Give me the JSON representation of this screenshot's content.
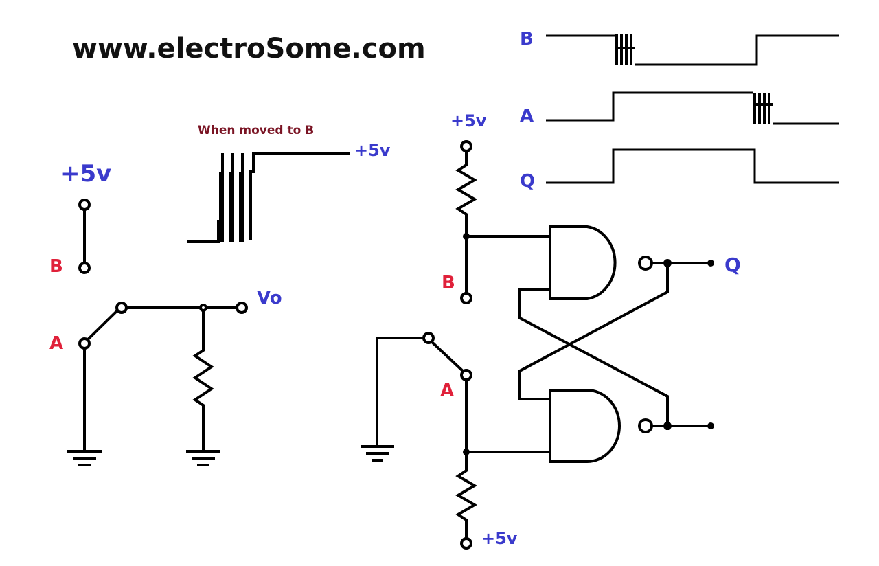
{
  "website": "www.electroSome.com",
  "colors": {
    "power_label": "#3a3acc",
    "node_label": "#e0213a",
    "annotation": "#7a1424",
    "wire": "#000000",
    "background": "#ffffff"
  },
  "simple_switch": {
    "supply_label": "+5v",
    "contact_b_label": "B",
    "contact_a_label": "A",
    "output_label": "Vo"
  },
  "bounce_waveform": {
    "caption": "When moved to B",
    "level_label": "+5v"
  },
  "timing_diagram": {
    "signals": [
      {
        "name": "B",
        "description": "high, bounces low, then returns high"
      },
      {
        "name": "A",
        "description": "low, goes high, bounces back low"
      },
      {
        "name": "Q",
        "description": "clean pulse, no bounce"
      }
    ]
  },
  "sr_latch": {
    "top_supply_label": "+5v",
    "bottom_supply_label": "+5v",
    "input_b_label": "B",
    "input_a_label": "A",
    "output_label": "Q",
    "gate_type": "NAND"
  }
}
